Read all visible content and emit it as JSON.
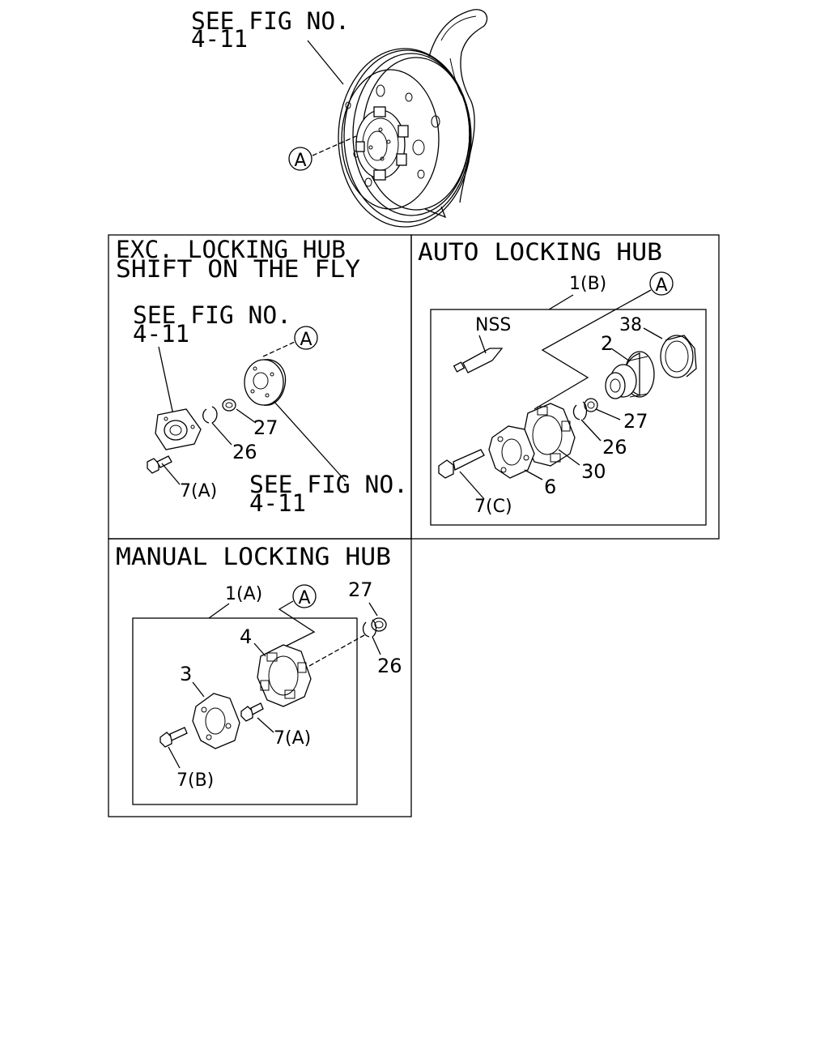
{
  "top": {
    "see_fig_line1": "SEE FIG NO.",
    "see_fig_line2": "4-11",
    "callout_a": "A"
  },
  "panel_exc": {
    "title_line1": "EXC. LOCKING HUB",
    "title_line2": "SHIFT ON THE FLY",
    "see_fig1_line1": "SEE FIG NO.",
    "see_fig1_line2": "4-11",
    "see_fig2_line1": "SEE FIG NO.",
    "see_fig2_line2": "4-11",
    "callout_a": "A",
    "labels": {
      "p27": "27",
      "p26": "26",
      "p7a": "7(A)"
    }
  },
  "panel_auto": {
    "title": "AUTO LOCKING HUB",
    "assembly_label": "1(B)",
    "callout_a": "A",
    "labels": {
      "nss": "NSS",
      "p38": "38",
      "p2": "2",
      "p27": "27",
      "p26": "26",
      "p30": "30",
      "p6": "6",
      "p7c": "7(C)"
    }
  },
  "panel_manual": {
    "title": "MANUAL LOCKING HUB",
    "assembly_label": "1(A)",
    "callout_a": "A",
    "labels": {
      "p27": "27",
      "p26": "26",
      "p4": "4",
      "p3": "3",
      "p7a": "7(A)",
      "p7b": "7(B)"
    }
  }
}
